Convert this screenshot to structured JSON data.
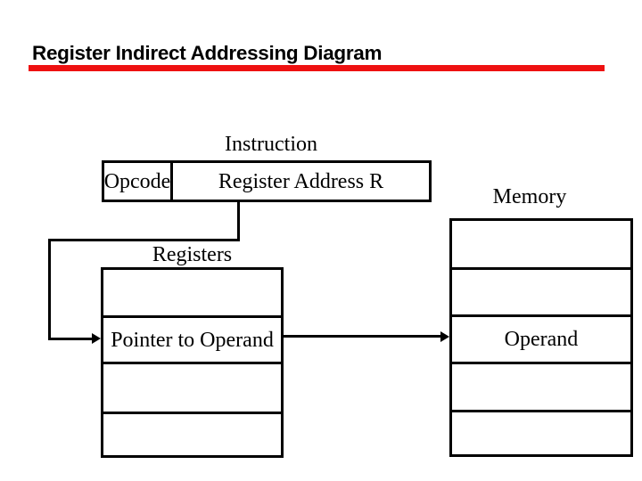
{
  "slide": {
    "title": "Register Indirect Addressing Diagram",
    "colors": {
      "accent_red": "#EE1111",
      "ink": "#000000",
      "background": "#FFFFFF"
    }
  },
  "diagram": {
    "instruction_label": "Instruction",
    "instruction_box": {
      "opcode": "Opcode",
      "register_address": "Register Address R"
    },
    "registers_label": "Registers",
    "register_rows": [
      "",
      "Pointer to Operand",
      "",
      ""
    ],
    "memory_label": "Memory",
    "memory_rows": [
      "",
      "",
      "Operand",
      "",
      ""
    ]
  }
}
